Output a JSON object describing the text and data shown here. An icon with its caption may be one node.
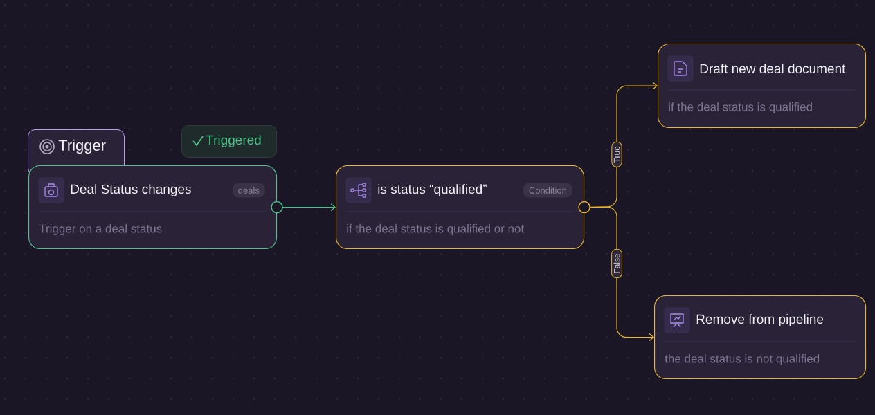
{
  "diagram": {
    "nodes": [
      {
        "text": [
          "Trigger"
        ]
      },
      {
        "text": [
          "Triggered"
        ]
      },
      {
        "text": [
          "Deal Status changes",
          "deals",
          "Trigger on a deal status"
        ]
      },
      {
        "text": [
          "is status “qualified”",
          "Condition",
          "if the deal status is qualified or not"
        ]
      },
      {
        "text": [
          "Draft new deal document",
          "if the deal status is qualified"
        ]
      },
      {
        "text": [
          "Remove from pipeline",
          "the deal status is not qualified"
        ]
      }
    ],
    "edges": [
      {
        "from": 2,
        "to": 3,
        "arrow": "to",
        "color": "#4cc38a"
      },
      {
        "from": 3,
        "to": 4,
        "arrow": "to",
        "label": "True"
      },
      {
        "from": 3,
        "to": 5,
        "arrow": "to",
        "label": "False"
      }
    ]
  }
}
